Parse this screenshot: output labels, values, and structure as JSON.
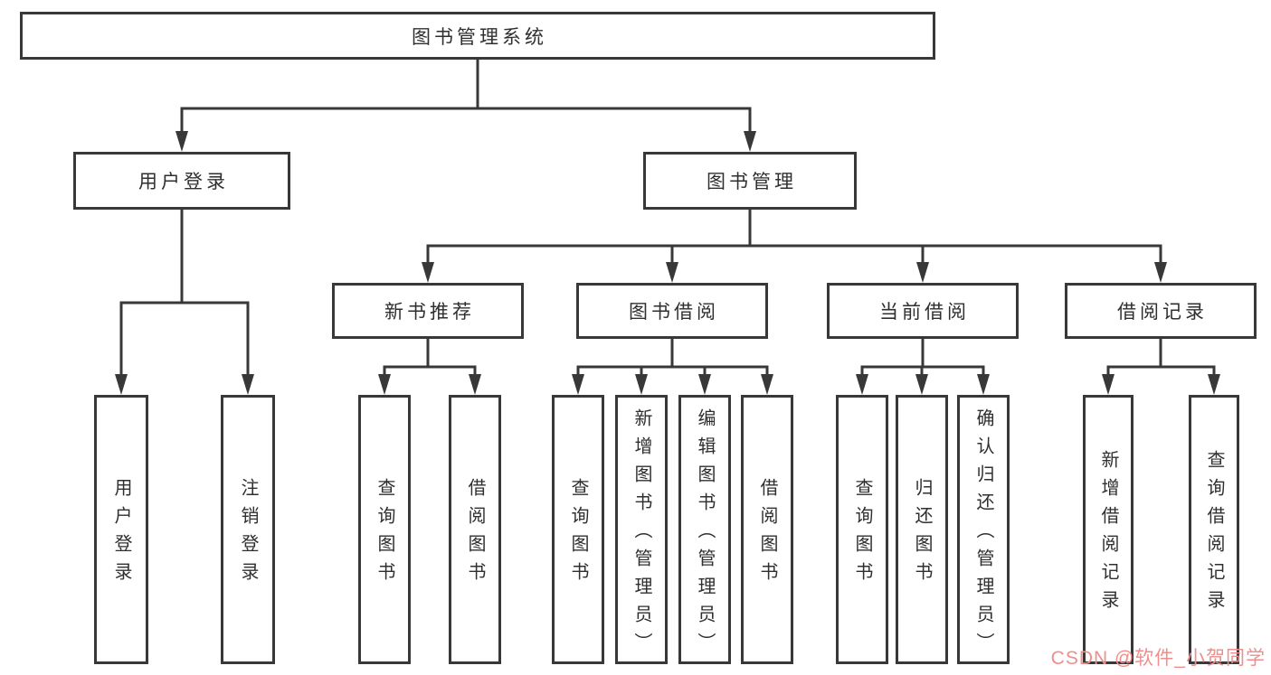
{
  "diagram": {
    "root": {
      "label": "图书管理系统",
      "children": [
        {
          "label": "用户登录",
          "children": [
            {
              "label": "用户登录"
            },
            {
              "label": "注销登录"
            }
          ]
        },
        {
          "label": "图书管理",
          "children": [
            {
              "label": "新书推荐",
              "children": [
                {
                  "label": "查询图书"
                },
                {
                  "label": "借阅图书"
                }
              ]
            },
            {
              "label": "图书借阅",
              "children": [
                {
                  "label": "查询图书"
                },
                {
                  "label": "新增图书（管理员）"
                },
                {
                  "label": "编辑图书（管理员）"
                },
                {
                  "label": "借阅图书"
                }
              ]
            },
            {
              "label": "当前借阅",
              "children": [
                {
                  "label": "查询图书"
                },
                {
                  "label": "归还图书"
                },
                {
                  "label": "确认归还（管理员）"
                }
              ]
            },
            {
              "label": "借阅记录",
              "children": [
                {
                  "label": "新增借阅记录"
                },
                {
                  "label": "查询借阅记录"
                }
              ]
            }
          ]
        }
      ]
    }
  },
  "watermark": {
    "text": "CSDN @软件_小贺同学",
    "color": "#ef8e8b"
  },
  "colors": {
    "line": "#383838",
    "text": "#2f2f2f",
    "box_fill": "#ffffff",
    "background": "#ffffff"
  }
}
